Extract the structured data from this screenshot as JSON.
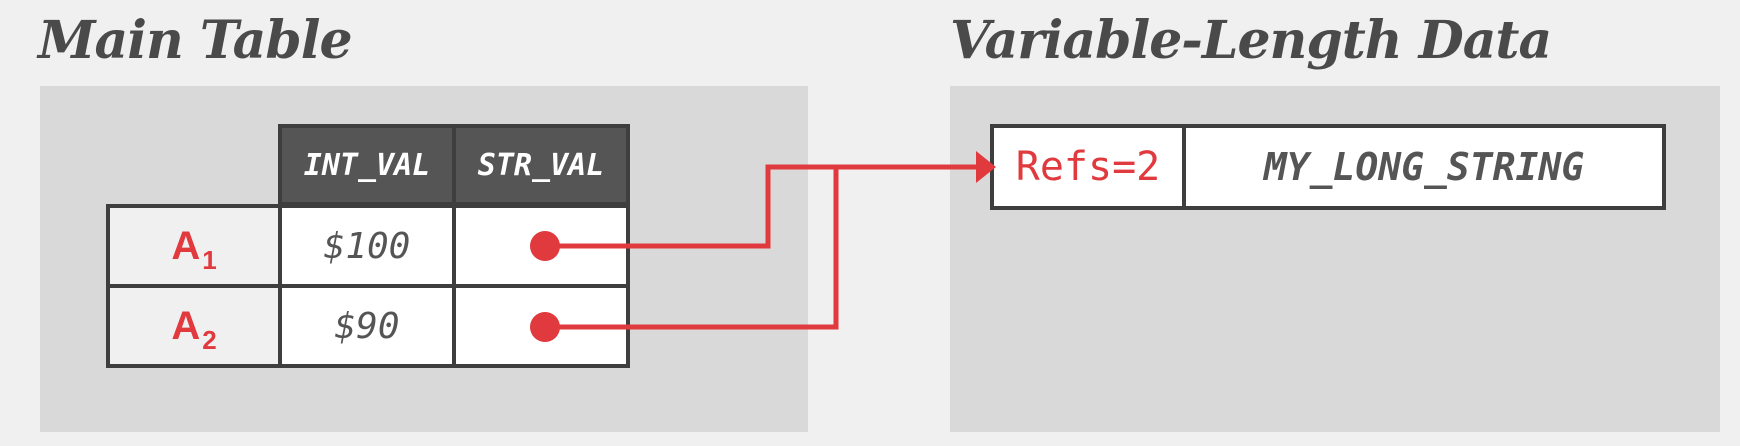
{
  "main_table": {
    "title": "Main Table",
    "headers": [
      "INT_VAL",
      "STR_VAL"
    ],
    "rows": [
      {
        "label": "A",
        "sub": "1",
        "int_val": "$100"
      },
      {
        "label": "A",
        "sub": "2",
        "int_val": "$90"
      }
    ]
  },
  "var_data": {
    "title": "Variable-Length Data",
    "refs": "Refs=2",
    "value": "MY_LONG_STRING"
  },
  "colors": {
    "accent": "#e03a3e",
    "header_bg": "#555555",
    "panel_bg": "#d9d9d9",
    "border": "#3e3e3e"
  }
}
